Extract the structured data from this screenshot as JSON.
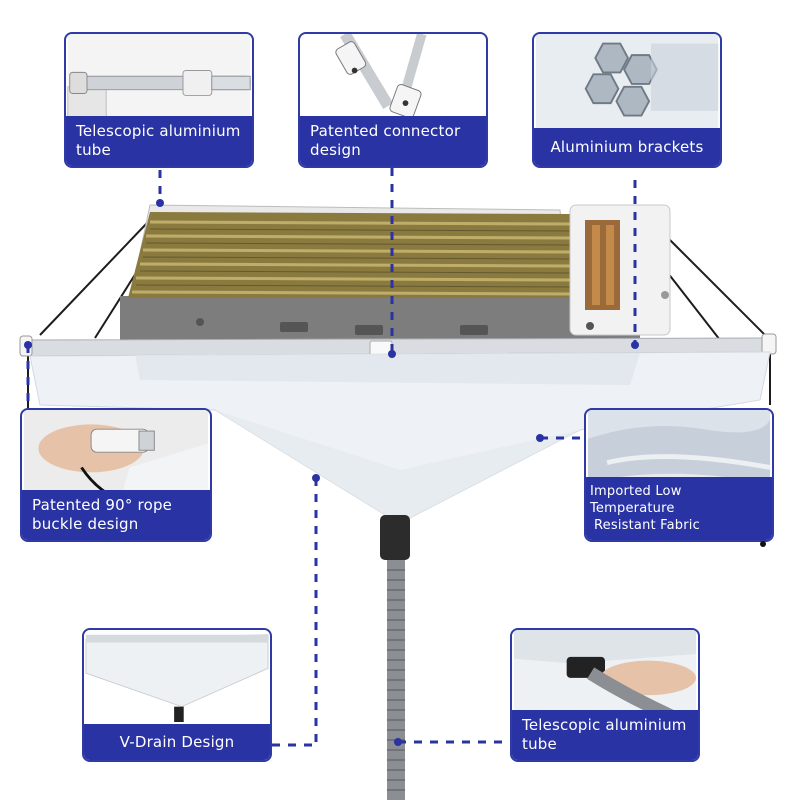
{
  "colors": {
    "accent_blue": "#2a33a3",
    "fabric": "#eef2f6",
    "coil_gold": "#8a7a3e",
    "hose_gray": "#8b8f93"
  },
  "callouts": {
    "top_left": {
      "line1": "Telescopic aluminium",
      "line2": "tube",
      "icon": "telescopic-rod-photo"
    },
    "top_center": {
      "line1": "Patented connector",
      "line2": "design",
      "icon": "connector-photo"
    },
    "top_right": {
      "line1": "Aluminium brackets",
      "icon": "aluminium-profile-photo"
    },
    "mid_left": {
      "line1": "Patented 90° rope",
      "line2": "buckle design",
      "icon": "hand-rope-buckle-photo"
    },
    "mid_right": {
      "line1": "Imported Low Temperature",
      "line2": "Resistant Fabric",
      "icon": "fabric-sample-photo"
    },
    "bottom_left": {
      "line1": "V-Drain Design",
      "icon": "v-drain-photo"
    },
    "bottom_right": {
      "line1": "Telescopic aluminium",
      "line2": "tube",
      "icon": "hand-hose-photo"
    }
  }
}
